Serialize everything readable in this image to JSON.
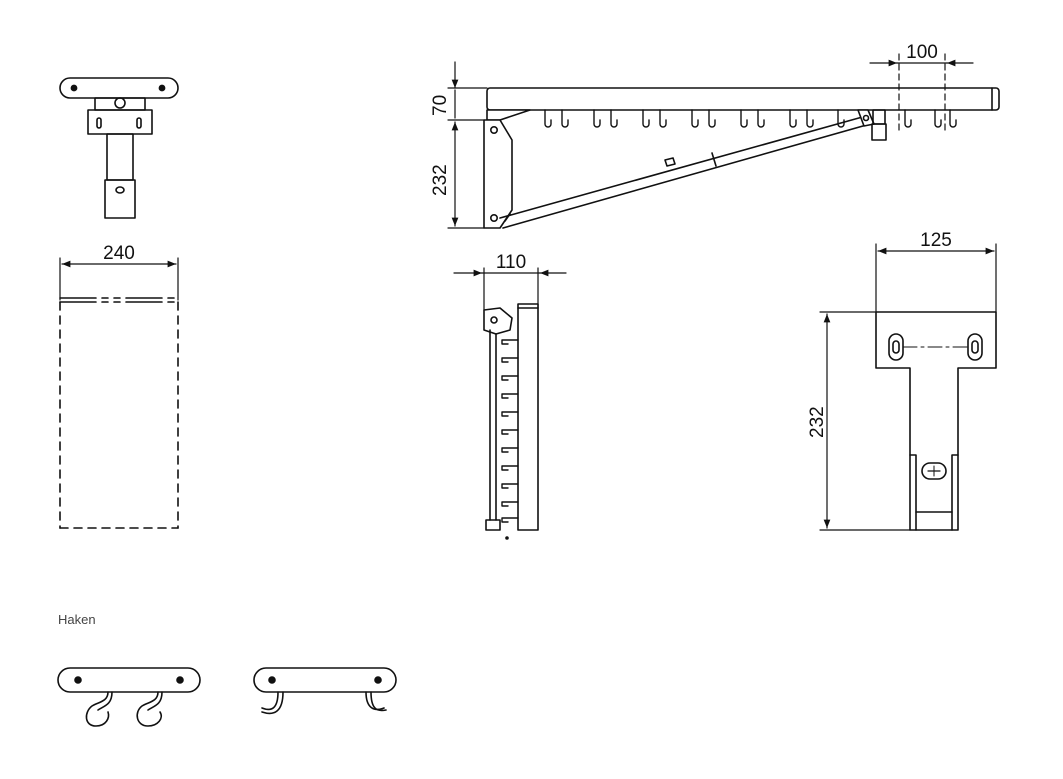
{
  "dimensions": {
    "top_view_width": "240",
    "side_height_top": "70",
    "side_height_arm": "232",
    "side_hook_spacing": "100",
    "folded_depth": "110",
    "bracket_width": "125",
    "bracket_height": "232"
  },
  "sections": {
    "hooks_label": "Haken"
  },
  "colors": {
    "line": "#111111",
    "background": "#ffffff"
  }
}
